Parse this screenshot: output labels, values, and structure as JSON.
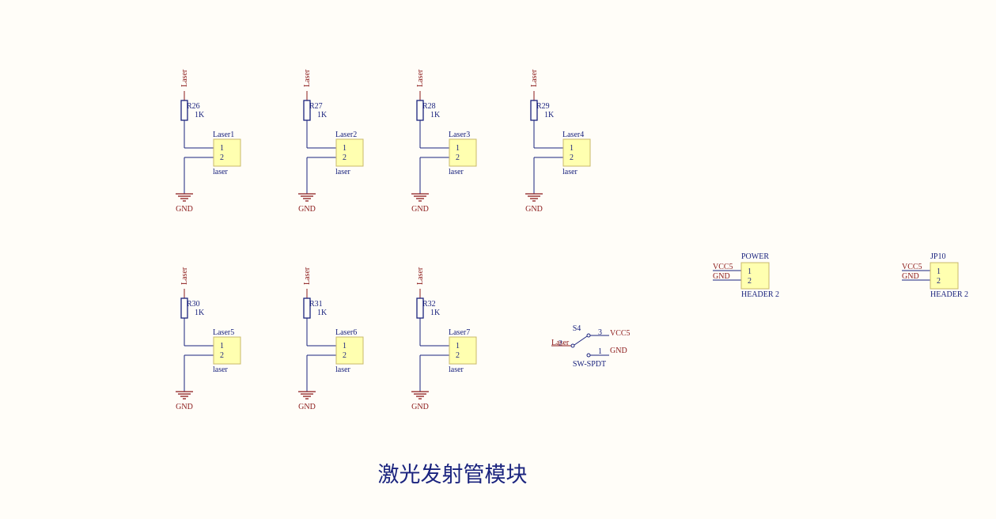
{
  "colors": {
    "background": "#fffdf8",
    "wire": "#1a237e",
    "net_label": "#8b1a1a",
    "component_text": "#1a237e",
    "connector_fill": "#ffffb0",
    "connector_stroke": "#c9b96a",
    "resistor": "#1a237e",
    "title": "#1a237e"
  },
  "title": "激光发射管模块",
  "laser_circuits": [
    {
      "net": "Laser",
      "res_ref": "R26",
      "res_val": "1K",
      "conn_ref": "Laser1",
      "conn_val": "laser",
      "pins": [
        "1",
        "2"
      ],
      "gnd": "GND"
    },
    {
      "net": "Laser",
      "res_ref": "R27",
      "res_val": "1K",
      "conn_ref": "Laser2",
      "conn_val": "laser",
      "pins": [
        "1",
        "2"
      ],
      "gnd": "GND"
    },
    {
      "net": "Laser",
      "res_ref": "R28",
      "res_val": "1K",
      "conn_ref": "Laser3",
      "conn_val": "laser",
      "pins": [
        "1",
        "2"
      ],
      "gnd": "GND"
    },
    {
      "net": "Laser",
      "res_ref": "R29",
      "res_val": "1K",
      "conn_ref": "Laser4",
      "conn_val": "laser",
      "pins": [
        "1",
        "2"
      ],
      "gnd": "GND"
    },
    {
      "net": "Laser",
      "res_ref": "R30",
      "res_val": "1K",
      "conn_ref": "Laser5",
      "conn_val": "laser",
      "pins": [
        "1",
        "2"
      ],
      "gnd": "GND"
    },
    {
      "net": "Laser",
      "res_ref": "R31",
      "res_val": "1K",
      "conn_ref": "Laser6",
      "conn_val": "laser",
      "pins": [
        "1",
        "2"
      ],
      "gnd": "GND"
    },
    {
      "net": "Laser",
      "res_ref": "R32",
      "res_val": "1K",
      "conn_ref": "Laser7",
      "conn_val": "laser",
      "pins": [
        "1",
        "2"
      ],
      "gnd": "GND"
    }
  ],
  "switch": {
    "ref": "S4",
    "value": "SW-SPDT",
    "common_net": "Laser",
    "common_pin": "2",
    "pin3": "3",
    "pin3_net": "VCC5",
    "pin1": "1",
    "pin1_net": "GND"
  },
  "headers": [
    {
      "ref": "POWER",
      "value": "HEADER 2",
      "net1": "VCC5",
      "net2": "GND",
      "pins": [
        "1",
        "2"
      ]
    },
    {
      "ref": "JP10",
      "value": "HEADER 2",
      "net1": "VCC5",
      "net2": "GND",
      "pins": [
        "1",
        "2"
      ]
    }
  ]
}
